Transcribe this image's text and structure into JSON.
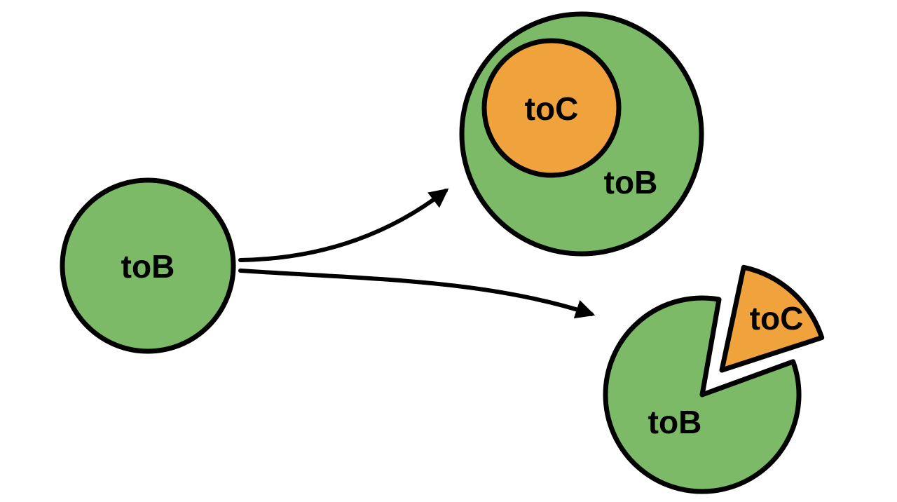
{
  "diagram": {
    "description": "Venn-style diagram: a toB circle points to two models of toC inside toB — toC as a nested subset circle of toB, and toC as a pie slice cut out of the toB circle.",
    "colors": {
      "background": "#ffffff",
      "green": "#7cba67",
      "orange": "#f0a23c",
      "outline": "#000000"
    },
    "nodes": {
      "source": {
        "label": "toB"
      },
      "nested": {
        "outer_label": "toB",
        "inner_label": "toC"
      },
      "pie": {
        "body_label": "toB",
        "slice_label": "toC"
      }
    }
  }
}
